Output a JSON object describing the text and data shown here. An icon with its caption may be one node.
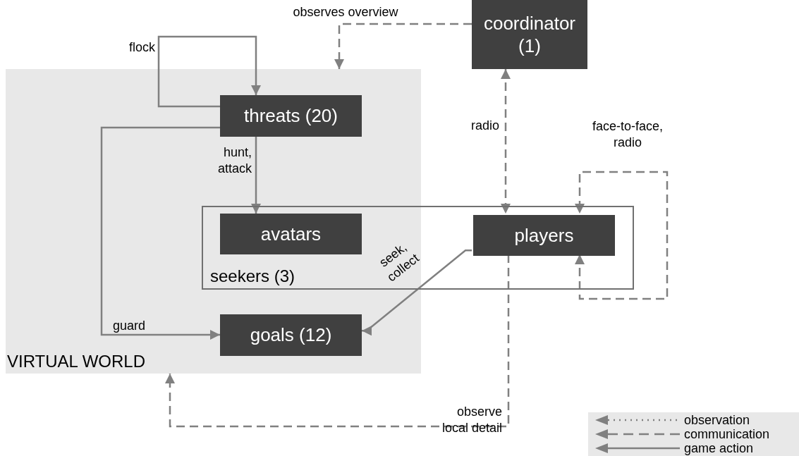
{
  "diagram": {
    "nodes": [
      {
        "text": [
          "VIRTUAL WORLD"
        ]
      },
      {
        "text": [
          "coordinator (1)"
        ]
      },
      {
        "text": [
          "threats (20)"
        ],
        "in": 0
      },
      {
        "text": [
          "seekers (3)"
        ]
      },
      {
        "text": [
          "avatars"
        ]
      },
      {
        "text": [
          "players"
        ],
        "in": 3
      },
      {
        "text": [
          "goals (12)"
        ],
        "in": 0
      }
    ],
    "edges": [
      {
        "from": 1,
        "to": 0,
        "arrow": "to",
        "label": "observes overview",
        "style": "dashed"
      },
      {
        "from": 2,
        "to": 2,
        "arrow": "to",
        "label": "flock"
      },
      {
        "from": 2,
        "to": 4,
        "arrow": "to",
        "label": "hunt, attack"
      },
      {
        "from": 2,
        "to": 6,
        "arrow": "to",
        "label": "guard"
      },
      {
        "from": 1,
        "to": 5,
        "arrow": "both",
        "label": "radio",
        "style": "dashed"
      },
      {
        "from": 5,
        "to": 5,
        "arrow": "both",
        "label": "face-to-face, radio",
        "style": "dashed"
      },
      {
        "from": 5,
        "to": 6,
        "arrow": "to",
        "label": "seek, collect"
      },
      {
        "from": 5,
        "to": 0,
        "arrow": "to",
        "label": "observe local detail",
        "style": "dashed"
      }
    ],
    "legend": [
      {
        "text": "observation"
      },
      {
        "text": "communication"
      },
      {
        "text": "game action"
      }
    ]
  }
}
